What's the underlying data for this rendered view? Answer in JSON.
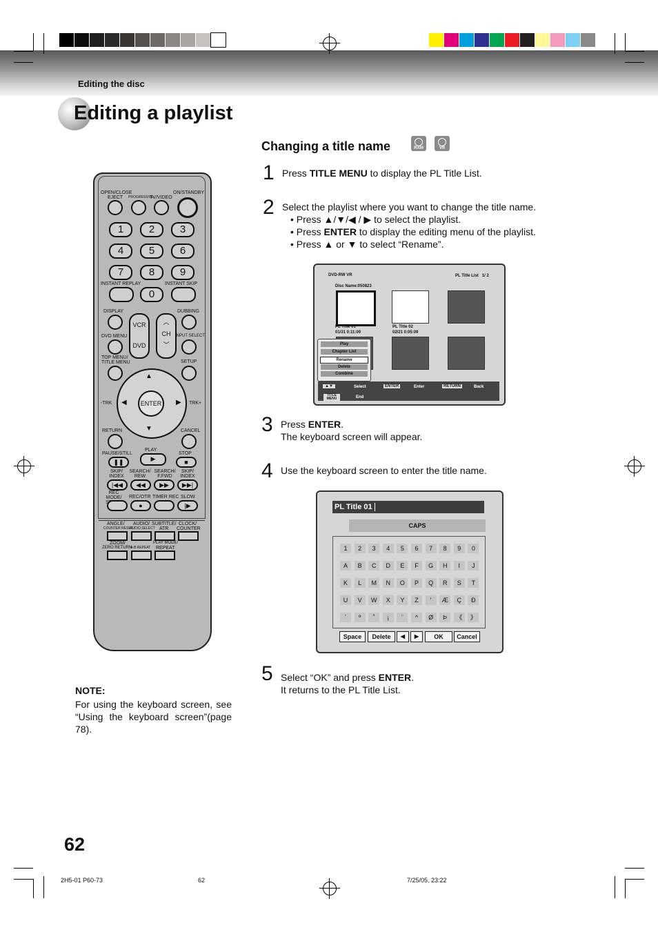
{
  "section_label": "Editing the disc",
  "page_title": "Editing a playlist",
  "subtitle": "Changing a title name",
  "disc_icons": [
    "RAM",
    "VR"
  ],
  "step1": {
    "num": "1",
    "pre": "Press ",
    "bold": "TITLE MENU",
    "post": " to display the PL Title List."
  },
  "step2": {
    "num": "2",
    "line1": "Select the playlist where you want to change the title name.",
    "b1_pre": "Press ",
    "b1_arrows": "▲/▼/◀ / ▶",
    "b1_post": " to select the playlist.",
    "b2_pre": "Press ",
    "b2_bold": "ENTER",
    "b2_post": " to display the editing menu of the playlist.",
    "b3_pre": "Press ",
    "b3_up": "▲",
    "b3_or": " or ",
    "b3_down": "▼",
    "b3_post": " to select “Rename”."
  },
  "screen1": {
    "disc": "DVD-RW VR",
    "list": "PL Title List",
    "page": "1/ 2",
    "disc_name": "Disc Name:050823",
    "t1_name": "PL Title 01",
    "t1_info": "01/31 0:11:09",
    "t2_name": "PL Title 02",
    "t2_info": "02/21 0:05:09",
    "menu": [
      "Play",
      "Chapter List",
      "Rename",
      "Delete",
      "Combine"
    ],
    "foot": {
      "arrows": "▲▼",
      "select": "Select",
      "enter_key": "ENTER",
      "enter": "Enter",
      "return_key": "RETURN",
      "back": "Back",
      "title_menu": "TITLE MENU",
      "end": "End"
    }
  },
  "step3": {
    "num": "3",
    "pre": "Press ",
    "bold": "ENTER",
    "post": ".",
    "line2": "The keyboard screen will appear."
  },
  "step4": {
    "num": "4",
    "text": "Use the keyboard screen to enter the title name."
  },
  "screen2": {
    "input": "PL Title 01",
    "caps": "CAPS",
    "rows": [
      [
        "1",
        "2",
        "3",
        "4",
        "5",
        "6",
        "7",
        "8",
        "9",
        "0"
      ],
      [
        "A",
        "B",
        "C",
        "D",
        "E",
        "F",
        "G",
        "H",
        "I",
        "J"
      ],
      [
        "K",
        "L",
        "M",
        "N",
        "O",
        "P",
        "Q",
        "R",
        "S",
        "T"
      ],
      [
        "U",
        "V",
        "W",
        "X",
        "Y",
        "Z",
        "'",
        "Æ",
        "Ç",
        "Ð"
      ],
      [
        "´",
        "º",
        "˚",
        "¡",
        "¨",
        "^",
        "Ø",
        "Þ",
        "《",
        "》"
      ]
    ],
    "space": "Space",
    "delete": "Delete",
    "left": "◀",
    "right": "▶",
    "ok": "OK",
    "cancel": "Cancel"
  },
  "step5": {
    "num": "5",
    "pre": "Select “OK” and press ",
    "bold": "ENTER",
    "post": ".",
    "line2": "It returns to the PL Title List."
  },
  "note": {
    "title": "NOTE:",
    "text": "For using the keyboard screen, see “Using the keyboard screen”(page 78)."
  },
  "page_number": "62",
  "footer": {
    "left": "2H5-01 P60-73",
    "center": "62",
    "right": "7/25/05, 23:22"
  },
  "remote": {
    "open_close": "OPEN/CLOSE",
    "eject": "EJECT",
    "progressive": "PROGRESSIVE",
    "tv_video": "TV/VIDEO",
    "on_standby": "ON/STANDBY",
    "nums": [
      "1",
      "2",
      "3",
      "4",
      "5",
      "6",
      "7",
      "8",
      "9",
      "0"
    ],
    "instant_replay": "INSTANT REPLAY",
    "instant_skip": "INSTANT SKIP",
    "display": "DISPLAY",
    "dubbing": "DUBBING",
    "vcr": "VCR",
    "dvd": "DVD",
    "ch": "CH",
    "dvd_menu": "DVD MENU",
    "input_select": "INPUT SELECT",
    "top_menu": "TOP MENU/",
    "title_menu": "TITLE MENU",
    "setup": "SETUP",
    "trk_minus": "-TRK",
    "trk_plus": "TRK+",
    "enter": "ENTER",
    "return": "RETURN",
    "cancel": "CANCEL",
    "play": "PLAY",
    "pause_still": "PAUSE/STILL",
    "stop": "STOP",
    "skip_index_l": "SKIP/ INDEX",
    "search_rew": "SEARCH/ REW",
    "search_ffwd": "SEARCH/ F.FWD",
    "skip_index_r": "SKIP/ INDEX",
    "rec_mode": "REC MODE/ SPEED",
    "rec_otr": "REC/OTR",
    "timer_rec": "TIMER REC",
    "slow": "SLOW",
    "angle": "ANGLE/",
    "counter_reset": "COUNTER RESET",
    "audio": "AUDIO/",
    "audio_select": "AUDIO SELECT",
    "subtitle": "SUBTITLE/",
    "atr": "ATR",
    "clock": "CLOCK/",
    "counter": "COUNTER",
    "zoom": "ZOOM/",
    "zero_return": "ZERO RETURN",
    "a_b_repeat": "A-B REPEAT",
    "play_mode": "PLAY MODE/",
    "repeat": "REPEAT"
  },
  "colors": {
    "grayscale_bar": [
      "#000000",
      "#0c0c0c",
      "#1e1e1e",
      "#2b2b2b",
      "#3b3636",
      "#565050",
      "#706866",
      "#8c8583",
      "#aaa3a1",
      "#c9c2c0",
      "#ffffff"
    ],
    "color_bar": [
      "#ffee00",
      "#e2007a",
      "#00a0e0",
      "#2e3192",
      "#00a651",
      "#ed1c24",
      "#231f20",
      "#fff799",
      "#f49ac1",
      "#7ecff4",
      "#898989"
    ]
  }
}
